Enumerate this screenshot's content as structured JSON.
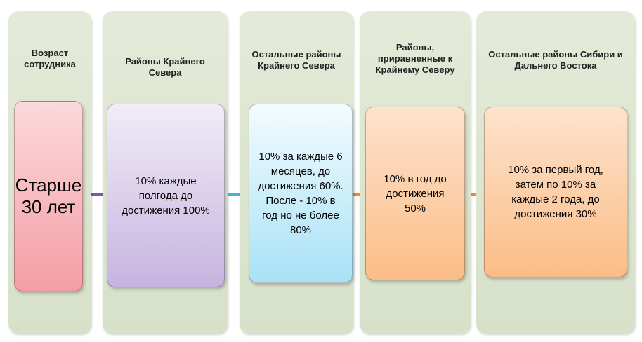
{
  "columns": [
    {
      "title": "Возраст\nсотрудника",
      "box_text": "Старше\n30 лет",
      "box_color_top": "#fbd9dc",
      "box_color_bottom": "#f49ea3"
    },
    {
      "title": "Районы Крайнего\nСевера",
      "box_text": "10% каждые\nполгода до\nдостижения 100%",
      "box_color_top": "#f1ecf7",
      "box_color_bottom": "#c6b4e0"
    },
    {
      "title": "Остальные районы\nКрайнего Севера",
      "box_text": "10% за каждые 6\nмесяцев, до\nдостижения 60%.\nПосле  - 10% в\nгод  но не более\n80%",
      "box_color_top": "#f3fbff",
      "box_color_bottom": "#a8e2f6"
    },
    {
      "title": "Районы,\nприравненные к\nКрайнему Северу",
      "box_text": "10% в год до\nдостижения\n50%",
      "box_color_top": "#fde3cc",
      "box_color_bottom": "#fbbd88"
    },
    {
      "title": "Остальные районы Сибири и\nДальнего Востока",
      "box_text": "10% за  первый год,\nзатем по 10% за\nкаждые 2 года, до\nдостижения 30%",
      "box_color_top": "#fde3cc",
      "box_color_bottom": "#fbbd88"
    }
  ],
  "connector_colors": [
    "#7d5aa8",
    "#4bb0d6",
    "#f58a2f",
    "#f58a2f"
  ],
  "panel_color": "#dde6d1"
}
